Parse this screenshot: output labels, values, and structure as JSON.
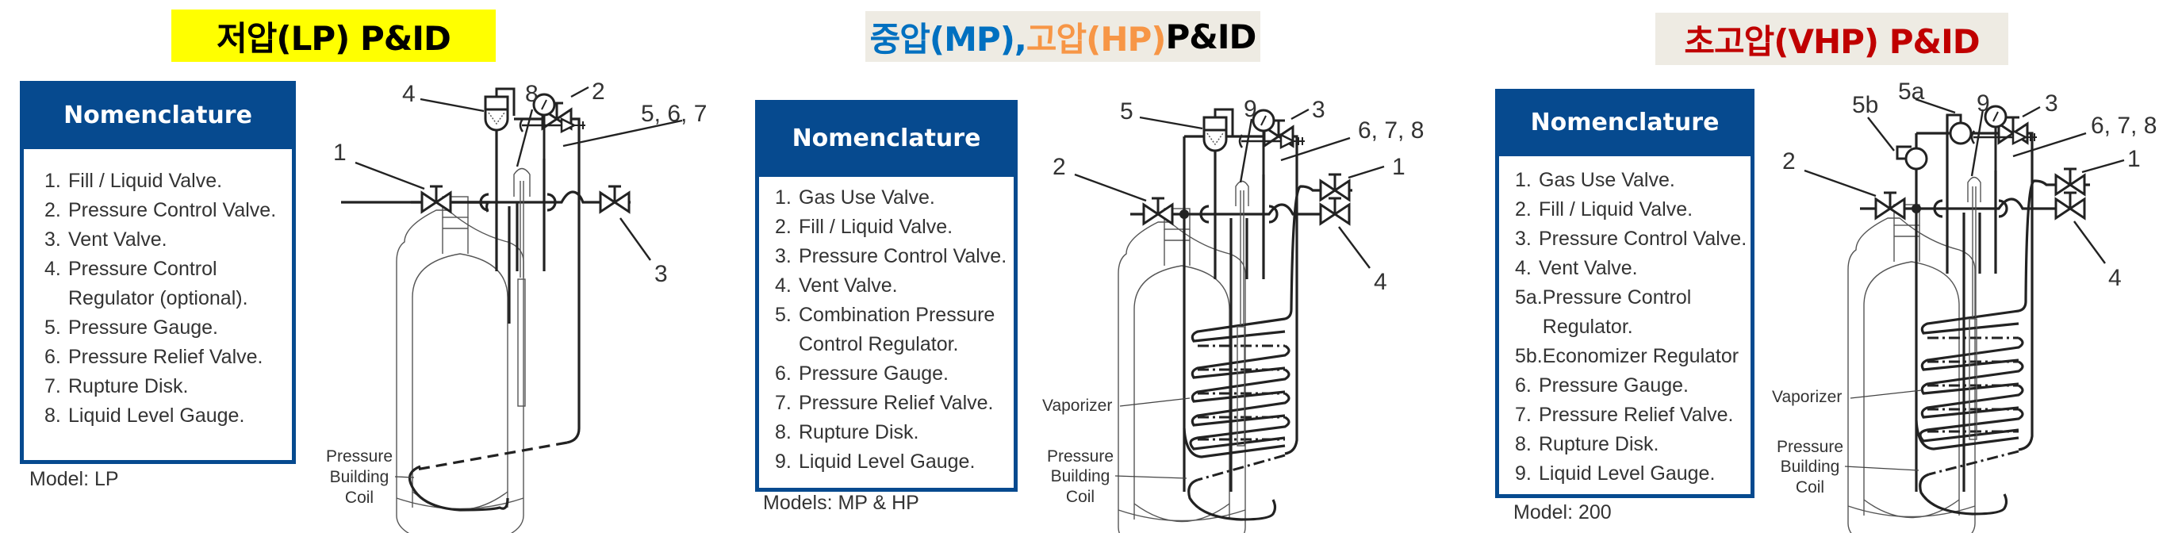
{
  "panels": {
    "lp": {
      "title": "저압(LP) P&ID",
      "nomenclature_title": "Nomenclature",
      "items": [
        {
          "num": "1.",
          "text": "Fill / Liquid Valve."
        },
        {
          "num": "2.",
          "text": "Pressure Control Valve."
        },
        {
          "num": "3.",
          "text": "Vent Valve."
        },
        {
          "num": "4.",
          "text": "Pressure Control\nRegulator (optional)."
        },
        {
          "num": "5.",
          "text": "Pressure Gauge."
        },
        {
          "num": "6.",
          "text": "Pressure Relief Valve."
        },
        {
          "num": "7.",
          "text": "Rupture Disk."
        },
        {
          "num": "8.",
          "text": "Liquid Level Gauge."
        }
      ],
      "model": "Model: LP",
      "diagram_labels": {
        "l1": "1",
        "l2": "2",
        "l3": "3",
        "l4": "4",
        "l567": "5, 6, 7",
        "l8": "8",
        "coil_line1": "Pressure",
        "coil_line2": "Building",
        "coil_line3": "Coil"
      }
    },
    "mp_hp": {
      "title_parts": [
        {
          "text": "중압(MP), ",
          "color": "#0070c0"
        },
        {
          "text": "고압(HP) ",
          "color": "#f79646"
        },
        {
          "text": "P&ID",
          "color": "#000000"
        }
      ],
      "nomenclature_title": "Nomenclature",
      "items": [
        {
          "num": "1.",
          "text": "Gas Use Valve."
        },
        {
          "num": "2.",
          "text": "Fill / Liquid Valve."
        },
        {
          "num": "3.",
          "text": "Pressure Control Valve."
        },
        {
          "num": "4.",
          "text": "Vent Valve."
        },
        {
          "num": "5.",
          "text": "Combination Pressure\nControl Regulator."
        },
        {
          "num": "6.",
          "text": "Pressure Gauge."
        },
        {
          "num": "7.",
          "text": "Pressure Relief Valve."
        },
        {
          "num": "8.",
          "text": "Rupture Disk."
        },
        {
          "num": "9.",
          "text": "Liquid Level Gauge."
        }
      ],
      "model": "Models: MP & HP",
      "diagram_labels": {
        "l1": "1",
        "l2": "2",
        "l3": "3",
        "l4": "4",
        "l5": "5",
        "l678": "6, 7, 8",
        "l9": "9",
        "vaporizer": "Vaporizer",
        "coil_line1": "Pressure",
        "coil_line2": "Building",
        "coil_line3": "Coil"
      }
    },
    "vhp": {
      "title": "초고압(VHP) P&ID",
      "nomenclature_title": "Nomenclature",
      "items": [
        {
          "num": "1.",
          "text": "Gas Use Valve."
        },
        {
          "num": "2.",
          "text": "Fill / Liquid Valve."
        },
        {
          "num": "3.",
          "text": "Pressure Control Valve."
        },
        {
          "num": "4.",
          "text": "Vent Valve."
        },
        {
          "num": "5a.",
          "text": "Pressure Control\nRegulator."
        },
        {
          "num": "5b.",
          "text": "Economizer Regulator"
        },
        {
          "num": "6.",
          "text": "Pressure Gauge."
        },
        {
          "num": "7.",
          "text": "Pressure Relief Valve."
        },
        {
          "num": "8.",
          "text": "Rupture Disk."
        },
        {
          "num": "9.",
          "text": "Liquid Level Gauge."
        }
      ],
      "model": "Model: 200",
      "diagram_labels": {
        "l1": "1",
        "l2": "2",
        "l3": "3",
        "l4": "4",
        "l5a": "5a",
        "l5b": "5b",
        "l678": "6, 7, 8",
        "l9": "9",
        "vaporizer": "Vaporizer",
        "coil_line1": "Pressure",
        "coil_line2": "Building",
        "coil_line3": "Coil"
      }
    }
  },
  "colors": {
    "nomenclature_blue": "#064a8f",
    "lp_title_bg": "#ffff00",
    "mp_hp_title_bg": "#eeebe3",
    "vhp_title_bg": "#eeebe3",
    "vhp_title_text": "#c00000"
  }
}
